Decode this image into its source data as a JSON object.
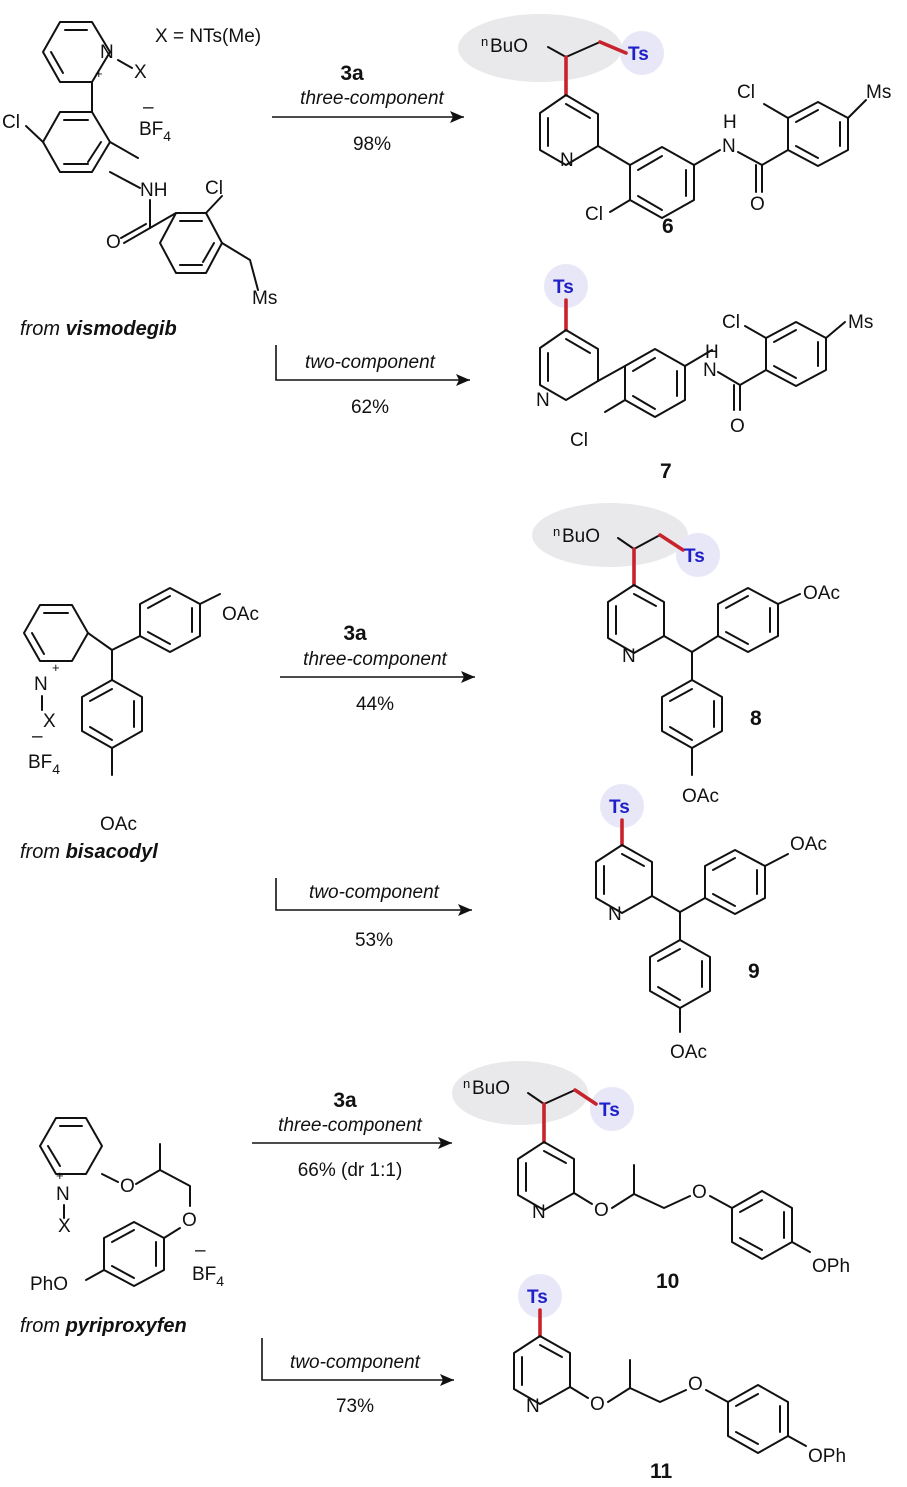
{
  "x_definition": "X = NTs(Me)",
  "reagent": "3a",
  "three_component": "three-component",
  "two_component": "two-component",
  "substituents": {
    "Cl": "Cl",
    "Ms": "Ms",
    "NH_N": "N",
    "NH_H": "H",
    "O": "O",
    "N": "N",
    "X": "X",
    "Ts": "Ts",
    "OAc": "OAc",
    "OPh": "OPh",
    "PhO": "PhO",
    "BF4": "BF",
    "BF4_sub": "4",
    "BuO_prefix": "n",
    "BuO": "BuO",
    "plus": "+",
    "minus": "–"
  },
  "sources": [
    {
      "prefix": "from ",
      "drug": "vismodegib"
    },
    {
      "prefix": "from ",
      "drug": "bisacodyl"
    },
    {
      "prefix": "from ",
      "drug": "pyriproxyfen"
    }
  ],
  "reactions": [
    {
      "yield": "98%",
      "product": "6"
    },
    {
      "yield": "62%",
      "product": "7"
    },
    {
      "yield": "44%",
      "product": "8"
    },
    {
      "yield": "53%",
      "product": "9"
    },
    {
      "yield": "66% (dr 1:1)",
      "product": "10"
    },
    {
      "yield": "73%",
      "product": "11"
    }
  ]
}
